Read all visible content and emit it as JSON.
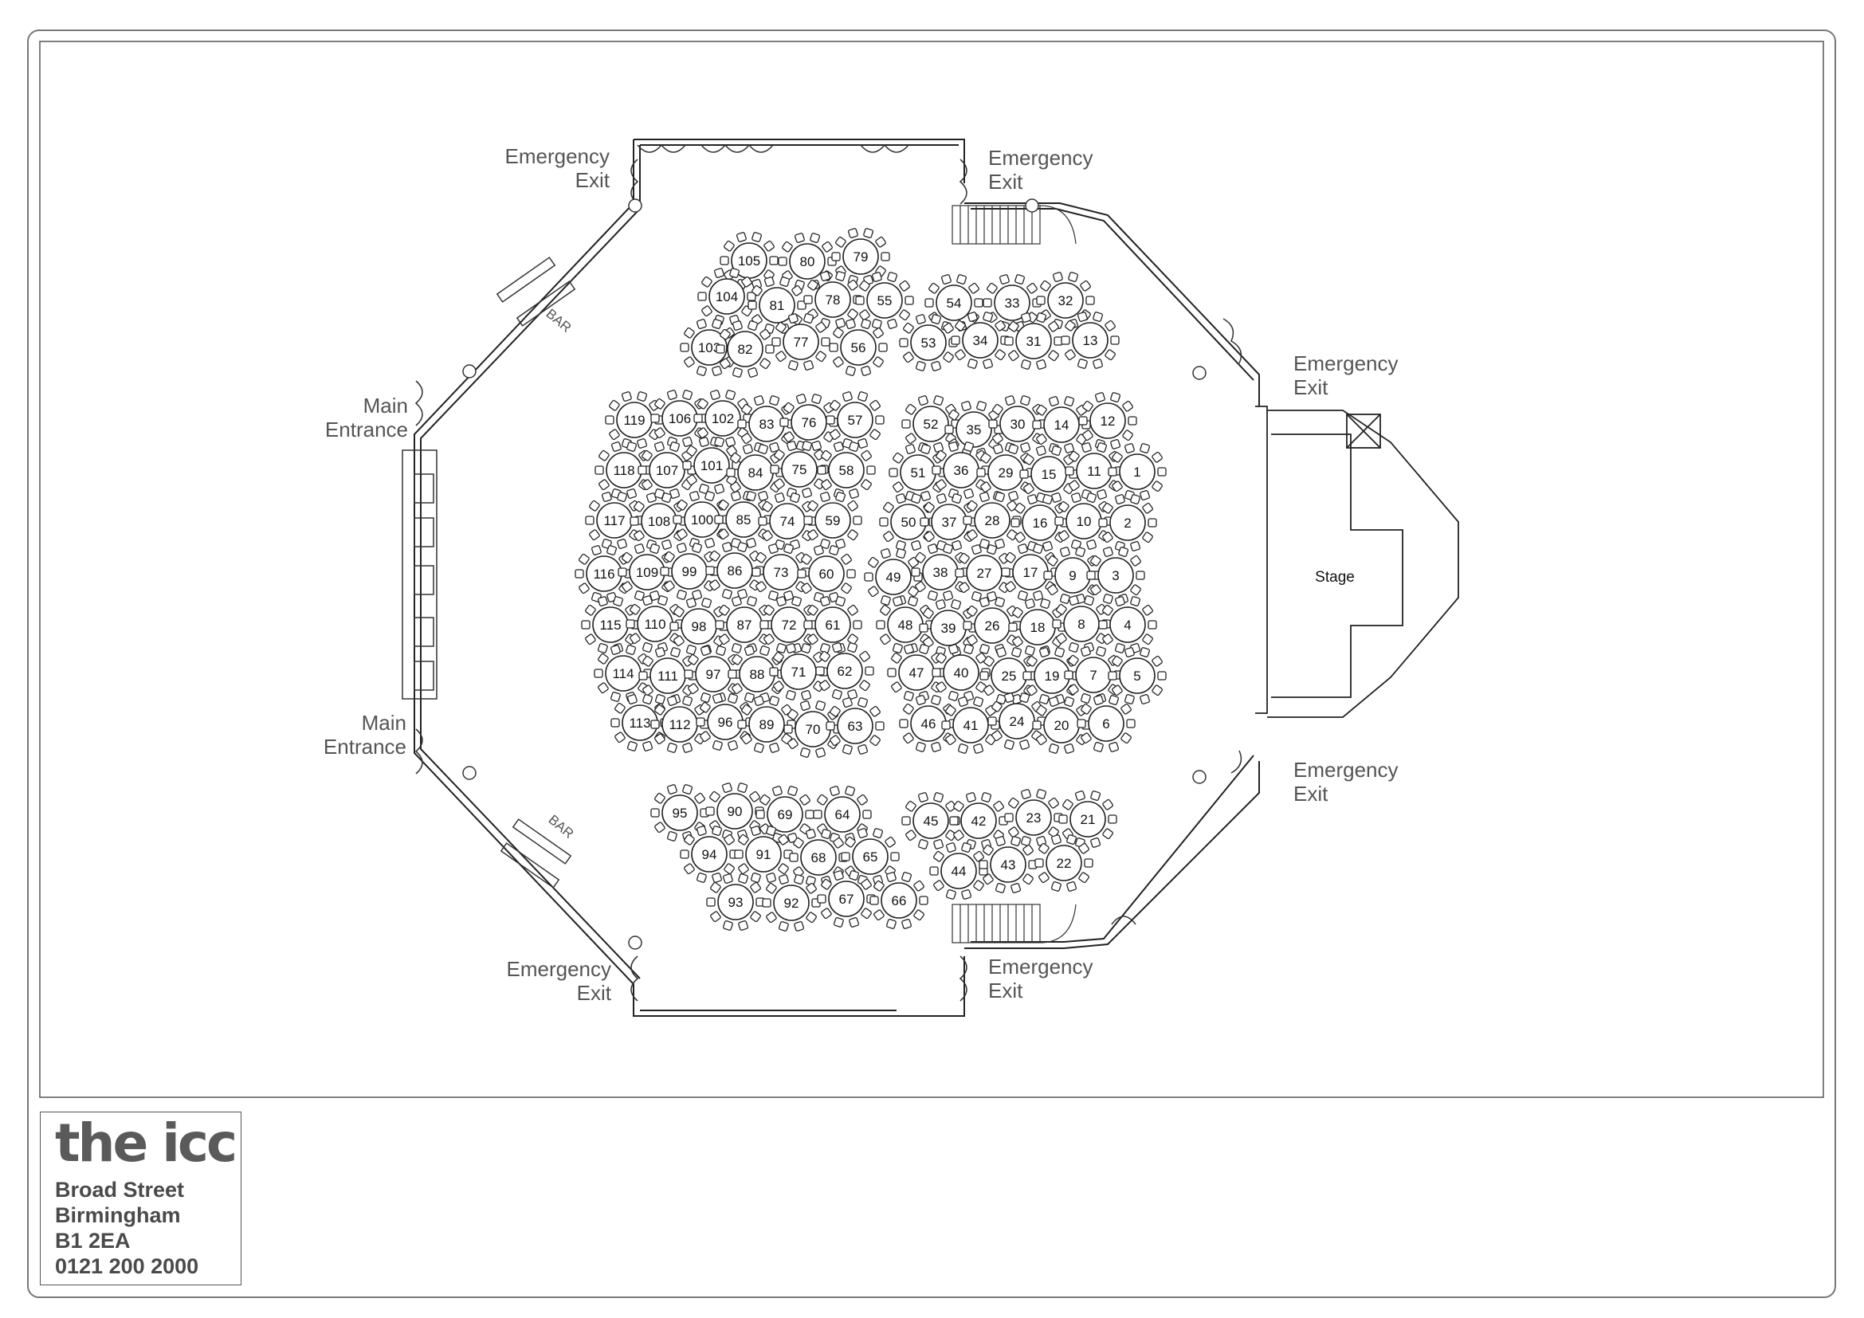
{
  "labels": {
    "emergency": "Emergency",
    "exit": "Exit",
    "main": "Main",
    "entrance": "Entrance",
    "bar": "BAR",
    "stage": "Stage"
  },
  "venue": {
    "logo": "the icc",
    "address_line1": "Broad Street",
    "address_line2": "Birmingham",
    "postcode": "B1 2EA",
    "phone": "0121 200 2000"
  },
  "tables": [
    "105",
    "80",
    "79",
    "104",
    "81",
    "78",
    "55",
    "103",
    "82",
    "77",
    "56",
    "54",
    "33",
    "32",
    "53",
    "34",
    "31",
    "13",
    "119",
    "106",
    "102",
    "83",
    "76",
    "57",
    "118",
    "107",
    "101",
    "84",
    "75",
    "58",
    "117",
    "108",
    "100",
    "85",
    "74",
    "59",
    "116",
    "109",
    "99",
    "86",
    "73",
    "60",
    "115",
    "110",
    "98",
    "87",
    "72",
    "61",
    "114",
    "111",
    "97",
    "88",
    "71",
    "62",
    "113",
    "112",
    "96",
    "89",
    "70",
    "63",
    "52",
    "35",
    "30",
    "14",
    "12",
    "51",
    "36",
    "29",
    "15",
    "11",
    "1",
    "50",
    "37",
    "28",
    "16",
    "10",
    "2",
    "49",
    "38",
    "27",
    "17",
    "9",
    "3",
    "48",
    "39",
    "26",
    "18",
    "8",
    "4",
    "47",
    "40",
    "25",
    "19",
    "7",
    "5",
    "46",
    "41",
    "24",
    "20",
    "6",
    "95",
    "90",
    "69",
    "64",
    "94",
    "91",
    "68",
    "65",
    "93",
    "92",
    "67",
    "66",
    "45",
    "42",
    "23",
    "21",
    "44",
    "43",
    "22"
  ]
}
